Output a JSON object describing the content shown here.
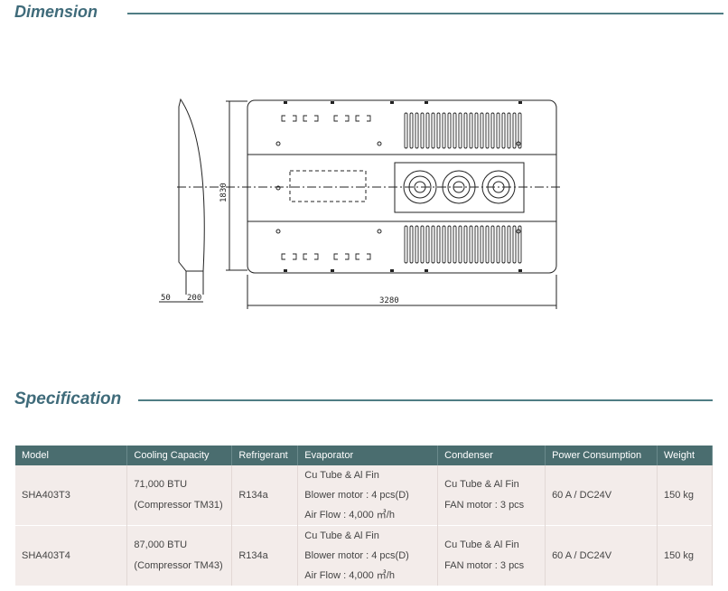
{
  "dimension": {
    "title": "Dimension",
    "labels": {
      "height": "1830",
      "length": "3280",
      "left_gap": "50",
      "side_depth": "200"
    }
  },
  "specification": {
    "title": "Specification",
    "headers": [
      "Model",
      "Cooling Capacity",
      "Refrigerant",
      "Evaporator",
      "Condenser",
      "Power Consumption",
      "Weight"
    ],
    "rows": [
      {
        "model": "SHA403T3",
        "cooling": [
          "71,000 BTU",
          "(Compressor TM31)"
        ],
        "refrigerant": "R134a",
        "evaporator": [
          "Cu Tube & Al Fin",
          "Blower motor : 4 pcs(D)",
          "Air Flow : 4,000 ㎥/h"
        ],
        "condenser": [
          "Cu Tube & Al Fin",
          "FAN motor : 3 pcs"
        ],
        "power": "60 A / DC24V",
        "weight": "150 kg"
      },
      {
        "model": "SHA403T4",
        "cooling": [
          "87,000 BTU",
          "(Compressor TM43)"
        ],
        "refrigerant": "R134a",
        "evaporator": [
          "Cu Tube & Al Fin",
          "Blower motor : 4 pcs(D)",
          "Air Flow : 4,000 ㎥/h"
        ],
        "condenser": [
          "Cu Tube & Al Fin",
          "FAN motor : 3 pcs"
        ],
        "power": "60 A / DC24V",
        "weight": "150 kg"
      }
    ]
  }
}
